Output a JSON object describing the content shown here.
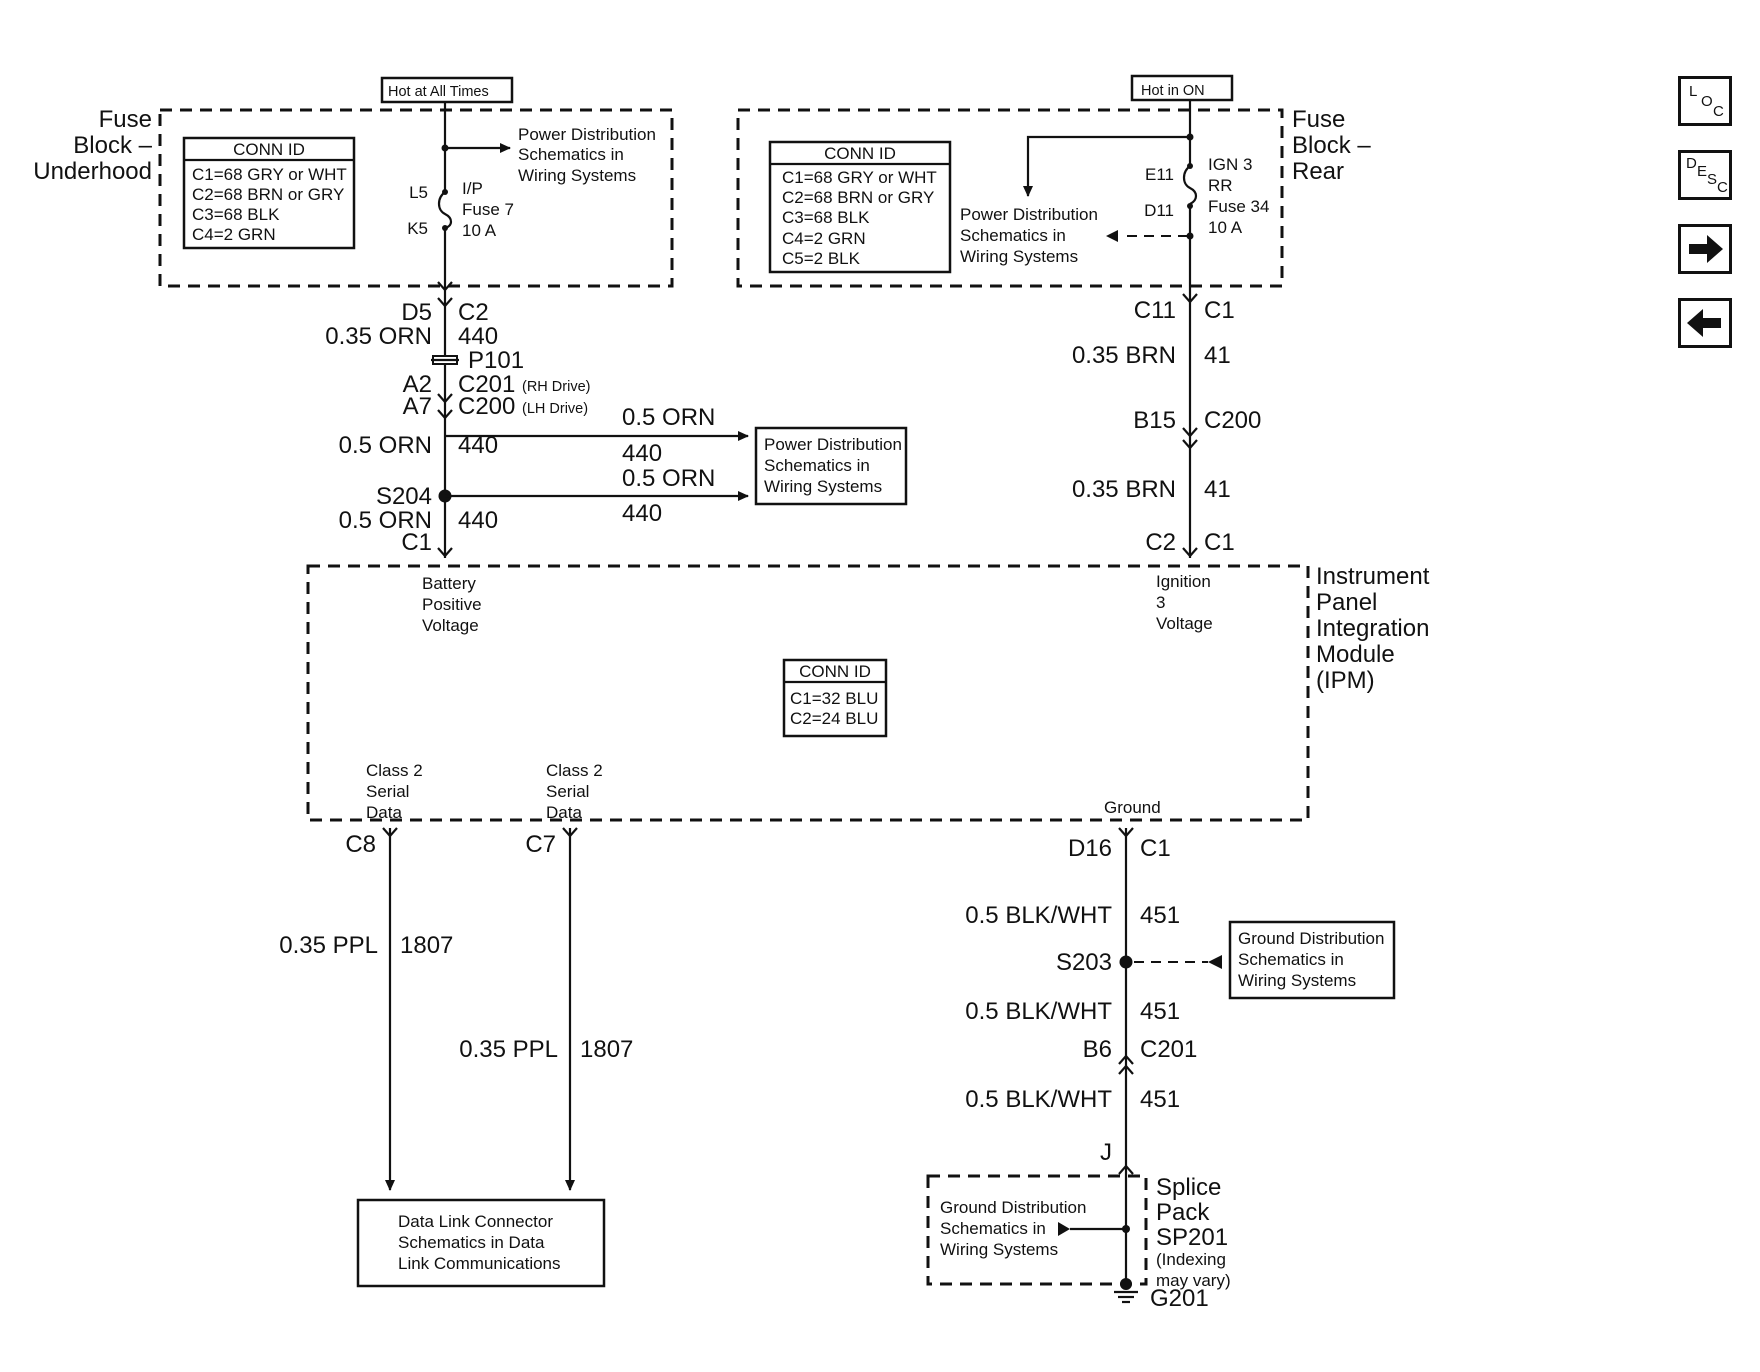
{
  "nav": {
    "loc": {
      "l1": "L",
      "l2": "O",
      "l3": "C"
    },
    "desc": {
      "l1": "D",
      "l2": "E",
      "l3": "S",
      "l4": "C"
    }
  },
  "top": {
    "hot_at_all_times": "Hot at All Times",
    "hot_in_on": "Hot in ON"
  },
  "fuse_underhood": {
    "title": [
      "Fuse",
      "Block –",
      "Underhood"
    ],
    "conn_id": {
      "header": "CONN ID",
      "rows": [
        "C1=68 GRY or WHT",
        "C2=68 BRN or GRY",
        "C3=68 BLK",
        "C4=2 GRN"
      ]
    },
    "pds": [
      "Power Distribution",
      "Schematics in",
      "Wiring Systems"
    ],
    "pin_top": "L5",
    "pin_bottom": "K5",
    "fuse": [
      "I/P",
      "Fuse 7",
      "10 A"
    ]
  },
  "fuse_rear": {
    "title": [
      "Fuse",
      "Block –",
      "Rear"
    ],
    "conn_id": {
      "header": "CONN ID",
      "rows": [
        "C1=68 GRY or WHT",
        "C2=68 BRN or GRY",
        "C3=68 BLK",
        "C4=2 GRN",
        "C5=2 BLK"
      ]
    },
    "pds": [
      "Power Distribution",
      "Schematics in",
      "Wiring Systems"
    ],
    "pin_top": "E11",
    "pin_bottom": "D11",
    "fuse": [
      "IGN 3",
      "RR",
      "Fuse 34",
      "10 A"
    ]
  },
  "left_feed": {
    "pin": "D5",
    "conn": "C2",
    "wire1": {
      "gauge": "0.35 ORN",
      "circuit": "440"
    },
    "p101": "P101",
    "pin_a2": "A2",
    "c201": "C201",
    "rh": "(RH Drive)",
    "pin_a7": "A7",
    "c200": "C200",
    "lh": "(LH Drive)",
    "wire2": {
      "gauge": "0.5 ORN",
      "circuit": "440"
    },
    "branch1": {
      "gauge": "0.5 ORN",
      "circuit": "440"
    },
    "branch2": {
      "gauge": "0.5 ORN",
      "circuit": "440"
    },
    "splice": "S204",
    "wire3": {
      "gauge": "0.5 ORN",
      "circuit": "440"
    },
    "ipm_pin": "C1",
    "pds": [
      "Power Distribution",
      "Schematics in",
      "Wiring Systems"
    ]
  },
  "right_feed": {
    "pin": "C11",
    "conn": "C1",
    "wire1": {
      "gauge": "0.35 BRN",
      "circuit": "41"
    },
    "pin_b15": "B15",
    "c200": "C200",
    "wire2": {
      "gauge": "0.35 BRN",
      "circuit": "41"
    },
    "ipm_pin": "C2",
    "ipm_conn": "C1"
  },
  "ipm": {
    "title": [
      "Instrument",
      "Panel",
      "Integration",
      "Module",
      "(IPM)"
    ],
    "battery": [
      "Battery",
      "Positive",
      "Voltage"
    ],
    "ignition": [
      "Ignition",
      "3",
      "Voltage"
    ],
    "conn_id": {
      "header": "CONN ID",
      "rows": [
        "C1=32 BLU",
        "C2=24 BLU"
      ]
    },
    "class2a": [
      "Class 2",
      "Serial",
      "Data"
    ],
    "class2b": [
      "Class 2",
      "Serial",
      "Data"
    ],
    "ground": "Ground"
  },
  "bottom_left": {
    "c8": "C8",
    "c7": "C7",
    "wire_a": {
      "gauge": "0.35 PPL",
      "circuit": "1807"
    },
    "wire_b": {
      "gauge": "0.35 PPL",
      "circuit": "1807"
    },
    "dlc": [
      "Data Link Connector",
      "Schematics in Data",
      "Link Communications"
    ]
  },
  "bottom_right": {
    "pin": "D16",
    "conn": "C1",
    "wire1": {
      "gauge": "0.5 BLK/WHT",
      "circuit": "451"
    },
    "splice": "S203",
    "gds": [
      "Ground Distribution",
      "Schematics in",
      "Wiring Systems"
    ],
    "wire2": {
      "gauge": "0.5 BLK/WHT",
      "circuit": "451"
    },
    "pin_b6": "B6",
    "c201": "C201",
    "wire3": {
      "gauge": "0.5 BLK/WHT",
      "circuit": "451"
    },
    "pin_j": "J",
    "splice_pack": [
      "Splice",
      "Pack",
      "SP201",
      "(Indexing",
      "may vary)"
    ],
    "gds2": [
      "Ground Distribution",
      "Schematics in",
      "Wiring Systems"
    ],
    "ground": "G201"
  }
}
